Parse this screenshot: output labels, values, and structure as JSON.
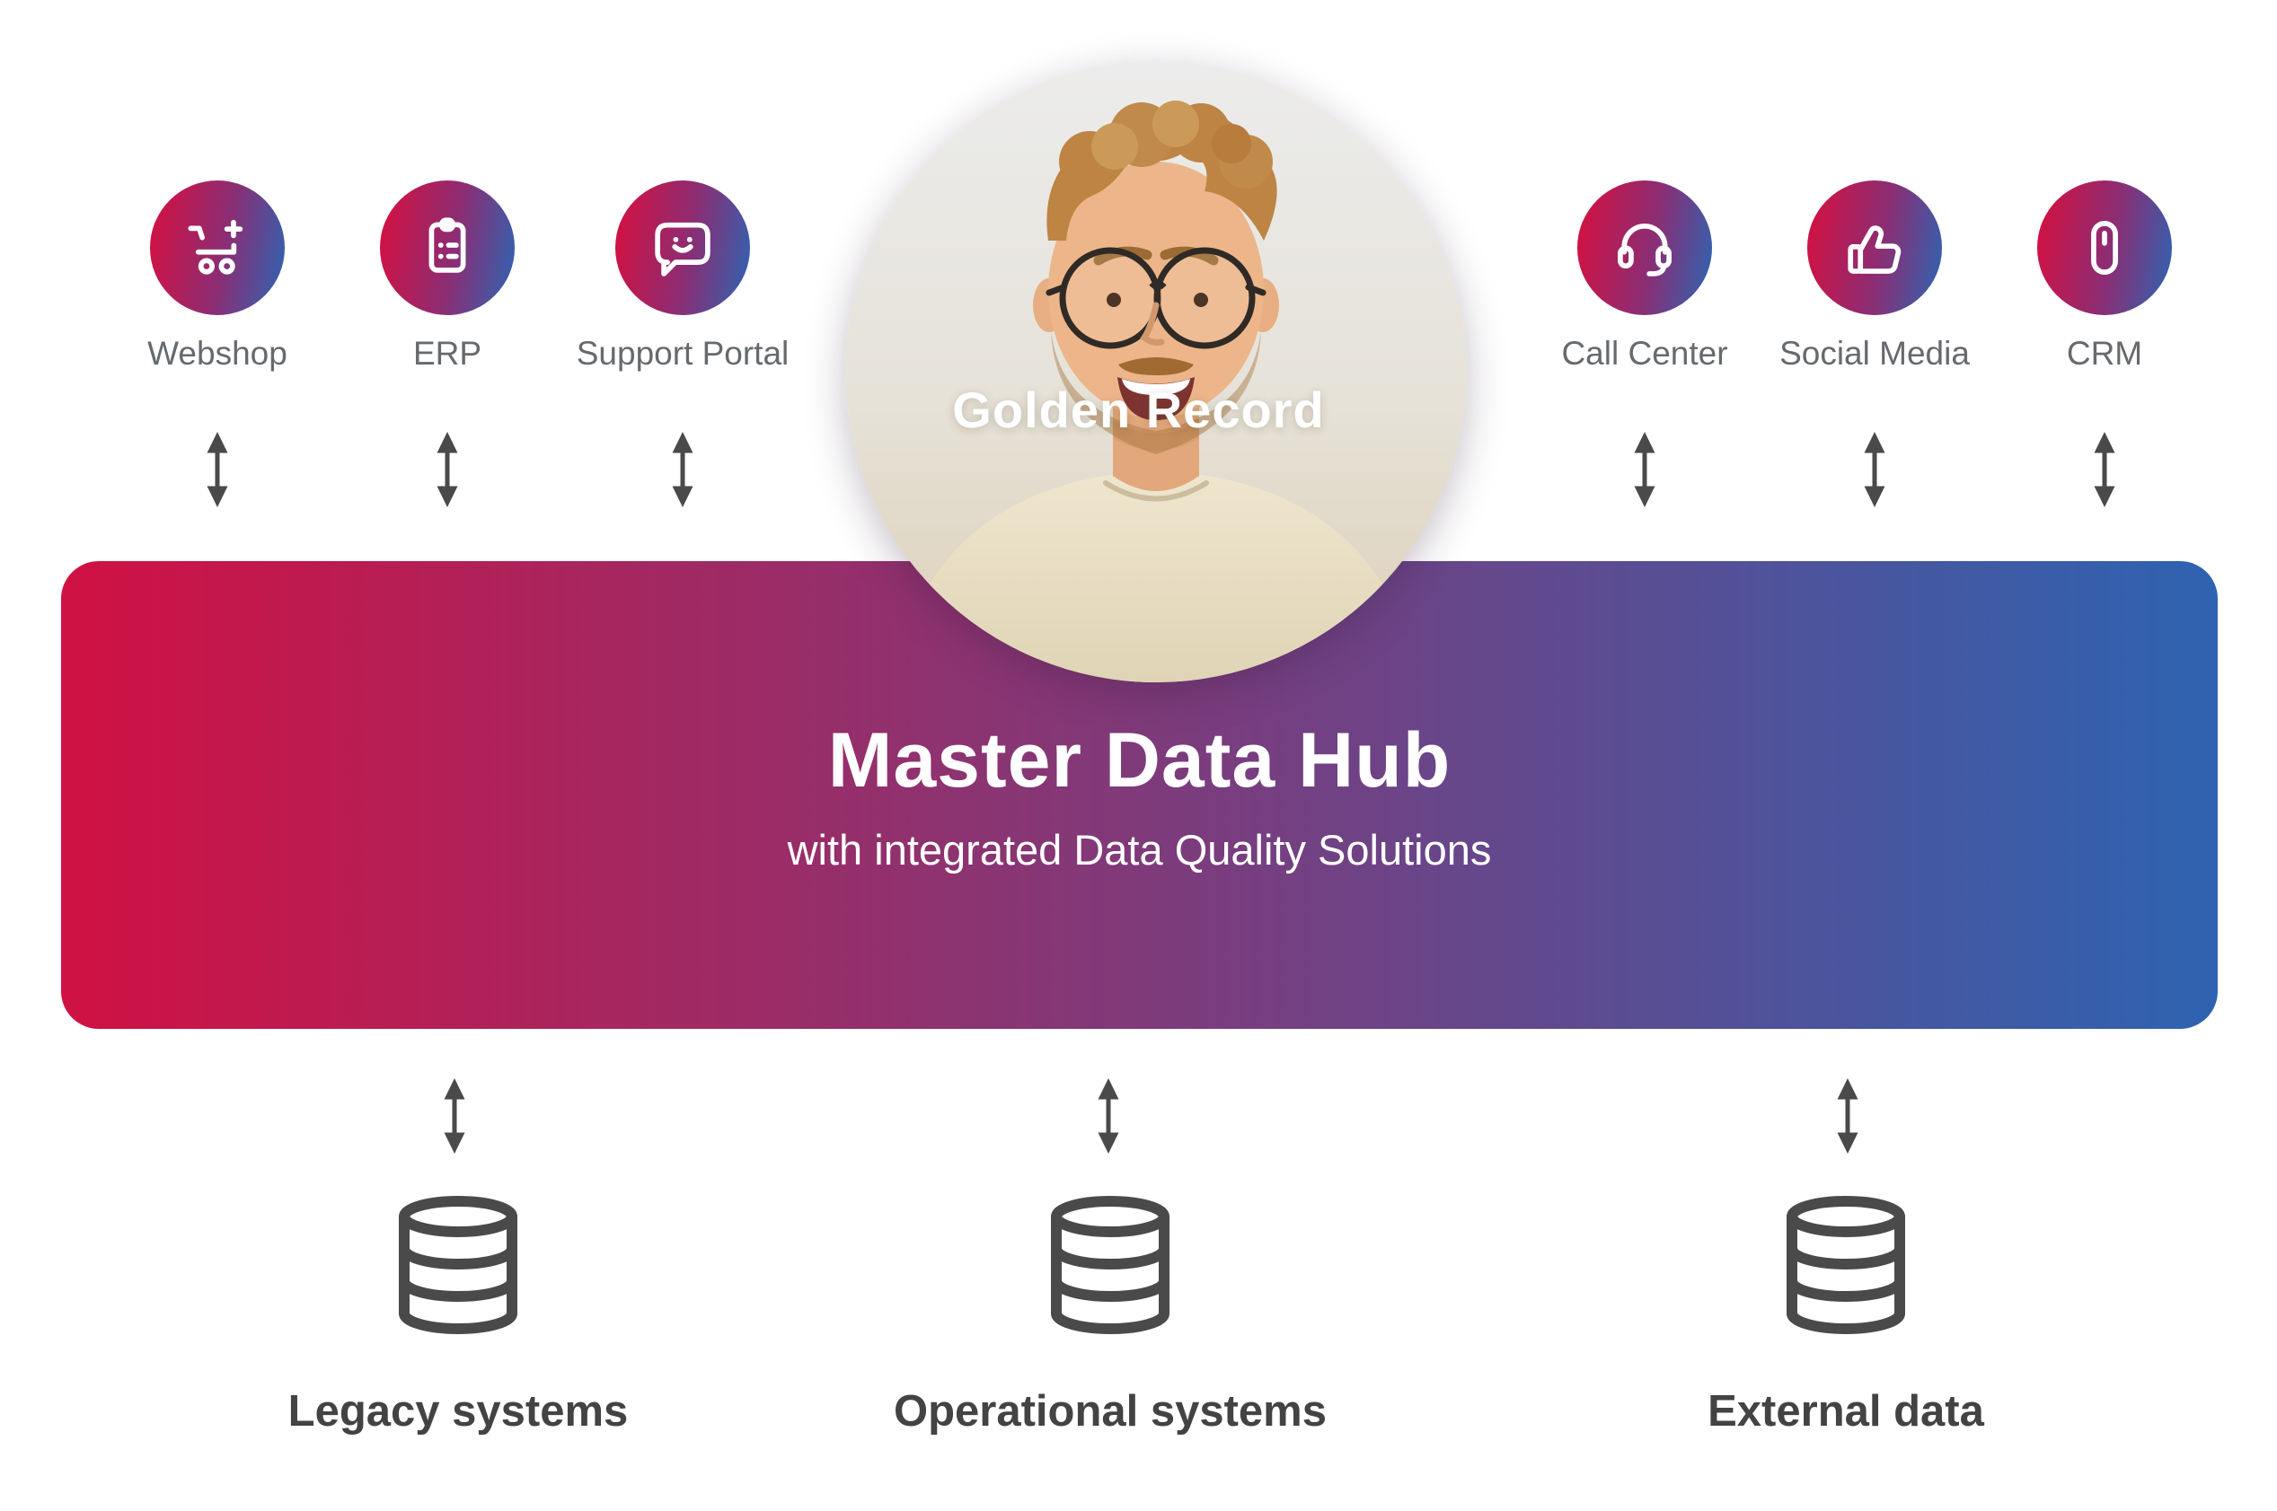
{
  "sources_left": [
    {
      "label": "Webshop",
      "icon": "cart-plus-icon"
    },
    {
      "label": "ERP",
      "icon": "clipboard-list-icon"
    },
    {
      "label": "Support Portal",
      "icon": "chat-smiley-icon"
    }
  ],
  "sources_right": [
    {
      "label": "Call Center",
      "icon": "headset-icon"
    },
    {
      "label": "Social Media",
      "icon": "thumbs-up-icon"
    },
    {
      "label": "CRM",
      "icon": "mouse-icon"
    }
  ],
  "golden_record": {
    "label": "Golden Record"
  },
  "hub": {
    "title": "Master Data Hub",
    "subtitle": "with integrated Data Quality Solutions"
  },
  "systems": [
    {
      "label": "Legacy systems",
      "icon": "database-icon"
    },
    {
      "label": "Operational systems",
      "icon": "database-icon"
    },
    {
      "label": "External data",
      "icon": "database-icon"
    }
  ],
  "colors": {
    "gradient_start": "#d01143",
    "gradient_mid": "#8c2d73",
    "gradient_end": "#2e63b1",
    "arrow": "#4a4a4a",
    "database_icon": "#4a4a4a",
    "source_label": "#666a6e",
    "system_label": "#434343",
    "hub_text": "#ffffff",
    "background": "#ffffff"
  }
}
